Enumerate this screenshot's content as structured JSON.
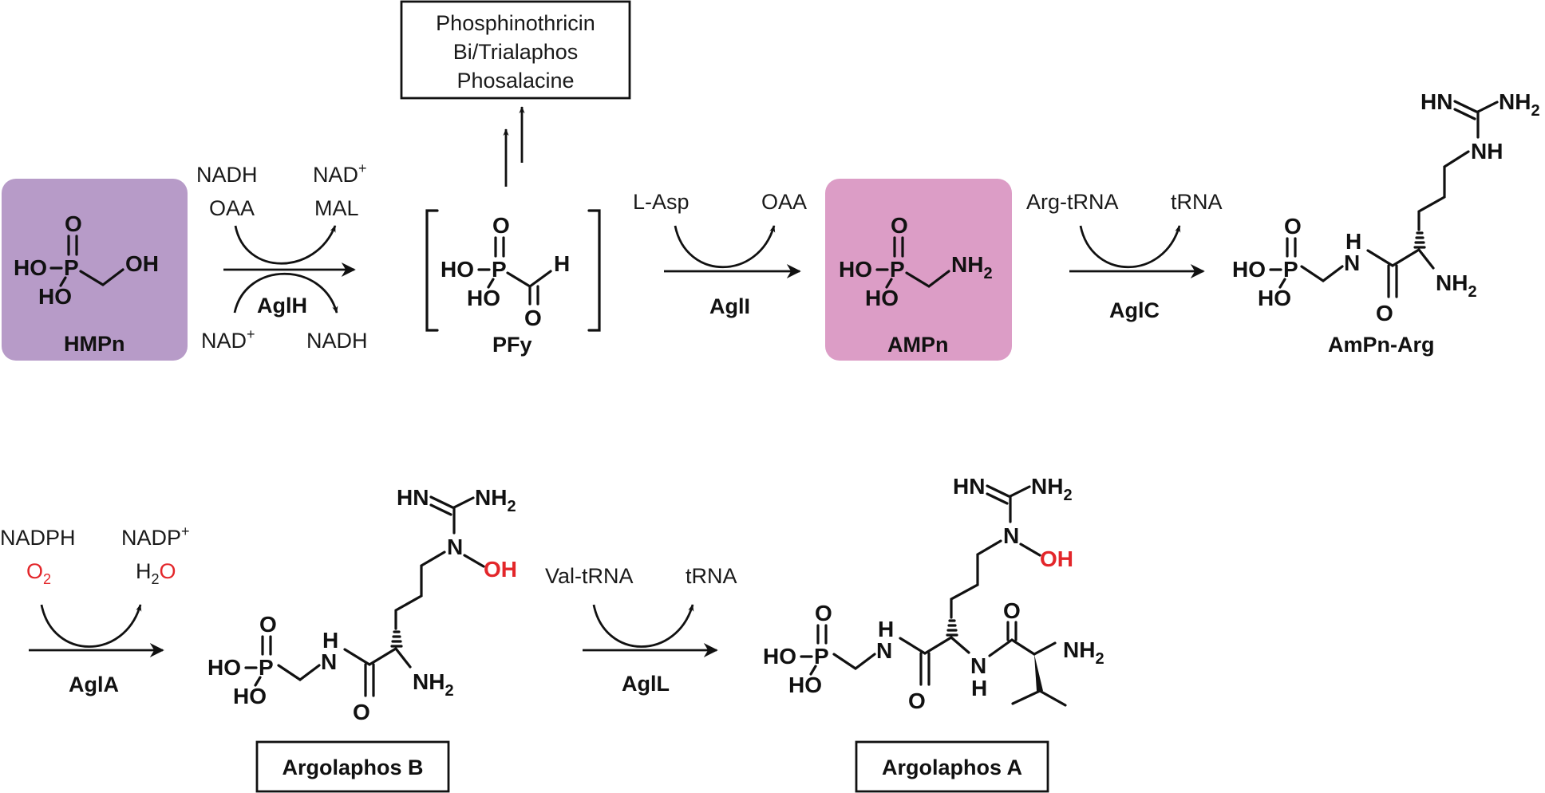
{
  "colors": {
    "hmpn_box": "#b79bc8",
    "ampn_box": "#dc9dc6",
    "oxygen_red": "#e3262a",
    "ink": "#111111"
  },
  "atoms": {
    "O": "O",
    "P": "P",
    "HO": "HO",
    "OH": "OH",
    "H": "H",
    "N": "N",
    "NH": "NH",
    "HN": "HN",
    "NH2": "NH",
    "sub2": "2"
  },
  "products_box": {
    "lines": [
      "Phosphinothricin",
      "Bi/Trialaphos",
      "Phosalacine"
    ]
  },
  "compounds": {
    "hmpn": "HMPn",
    "pfy": "PFy",
    "ampn": "AMPn",
    "ampn_arg": "AmPn-Arg",
    "argolaphos_b": "Argolaphos B",
    "argolaphos_a": "Argolaphos A"
  },
  "steps": {
    "aglh": {
      "enzyme": "AglH",
      "top_in_1": "NADH",
      "top_in_2": "OAA",
      "top_out_1": "NAD",
      "top_out_1_sup": "+",
      "top_out_2": "MAL",
      "bottom_in": "NAD",
      "bottom_in_sup": "+",
      "bottom_out": "NADH"
    },
    "agli": {
      "enzyme": "AglI",
      "in": "L-Asp",
      "out": "OAA"
    },
    "aglc": {
      "enzyme": "AglC",
      "in": "Arg-tRNA",
      "out": "tRNA"
    },
    "agla": {
      "enzyme": "AglA",
      "in_1": "NADPH",
      "in_2": "O",
      "in_2_sub": "2",
      "out_1": "NADP",
      "out_1_sup": "+",
      "out_2_h": "H",
      "out_2_sub": "2",
      "out_2_o": "O"
    },
    "agll": {
      "enzyme": "AglL",
      "in": "Val-tRNA",
      "out": "tRNA"
    }
  }
}
